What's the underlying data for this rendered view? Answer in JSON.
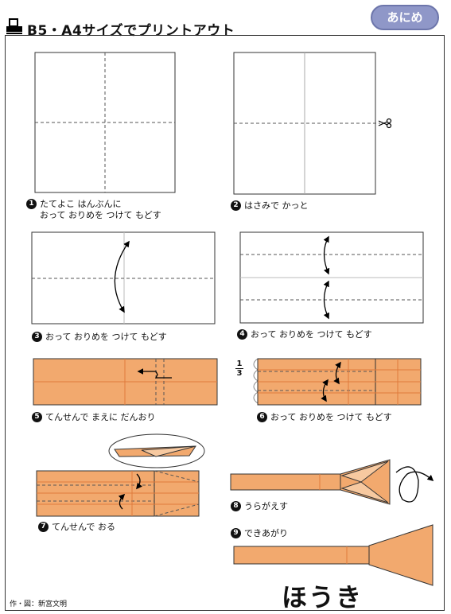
{
  "header": {
    "title": "B5・A4サイズでプリントアウト",
    "badge": "あにめ"
  },
  "steps": [
    {
      "number": "1",
      "lines": [
        "たてよこ はんぶんに",
        "おって おりめを つけて もどす"
      ]
    },
    {
      "number": "2",
      "lines": [
        "はさみで かっと"
      ]
    },
    {
      "number": "3",
      "lines": [
        "おって おりめを つけて もどす"
      ]
    },
    {
      "number": "4",
      "lines": [
        "おって おりめを つけて もどす"
      ]
    },
    {
      "number": "5",
      "lines": [
        "てんせんで まえに だんおり"
      ]
    },
    {
      "number": "6",
      "lines": [
        "おって おりめを つけて もどす"
      ]
    },
    {
      "number": "7",
      "lines": [
        "てんせんで おる"
      ]
    },
    {
      "number": "8",
      "lines": [
        "うらがえす"
      ]
    },
    {
      "number": "9",
      "lines": [
        "できあがり"
      ]
    }
  ],
  "fraction": {
    "numerator": "1",
    "denominator": "3"
  },
  "final_title": "ほうき",
  "credit": "作・図：新宮文明",
  "colors": {
    "paper": "#f2a96e",
    "paper_edge": "#333333",
    "fold_line": "#e07a3c",
    "badge": "#8f97c8"
  }
}
